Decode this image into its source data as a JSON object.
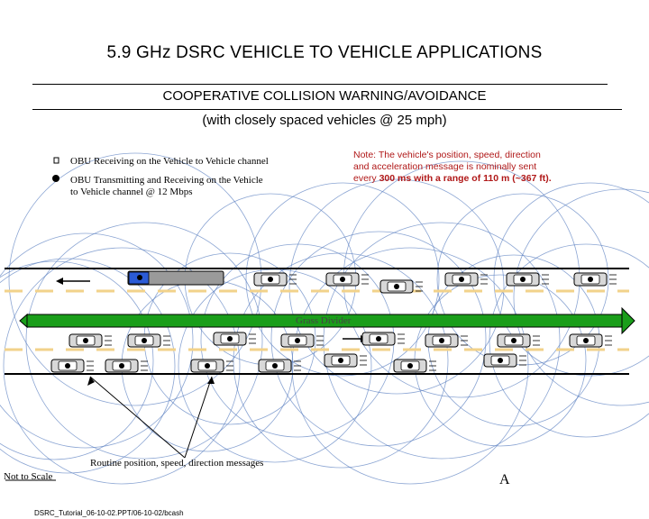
{
  "header": {
    "title": "5.9 GHz DSRC VEHICLE TO VEHICLE APPLICATIONS",
    "subtitle": "COOPERATIVE COLLISION WARNING/AVOIDANCE",
    "subtitle2": "(with closely spaced vehicles @ 25 mph)"
  },
  "legend": {
    "receiving": "OBU Receiving on the Vehicle to Vehicle channel",
    "transmitting_line1": "OBU Transmitting and Receiving on the Vehicle",
    "transmitting_line2": "to Vehicle channel @ 12 Mbps"
  },
  "note": {
    "line1": "Note: The vehicle's position, speed, direction",
    "line2": "and acceleration message is nominally sent",
    "line3_a": "every ",
    "line3_b": "300 ms with a range of 110 m (~367 ft)."
  },
  "road": {
    "divider_label": "Grass Divider"
  },
  "annotations": {
    "routine": "Routine position, speed, direction messages",
    "not_to_scale": "Not to Scale",
    "letter": "A"
  },
  "footer": {
    "text": "DSRC_Tutorial_06-10-02.PPT/06-10-02/bcash"
  },
  "colors": {
    "note": "#b01818",
    "divider": "#1a9e1a",
    "lane_dash": "#f2d28a",
    "car_body": "#9a9a9a",
    "range_circle": "#5a7fc0",
    "obu_blue": "#2b5bd6"
  }
}
